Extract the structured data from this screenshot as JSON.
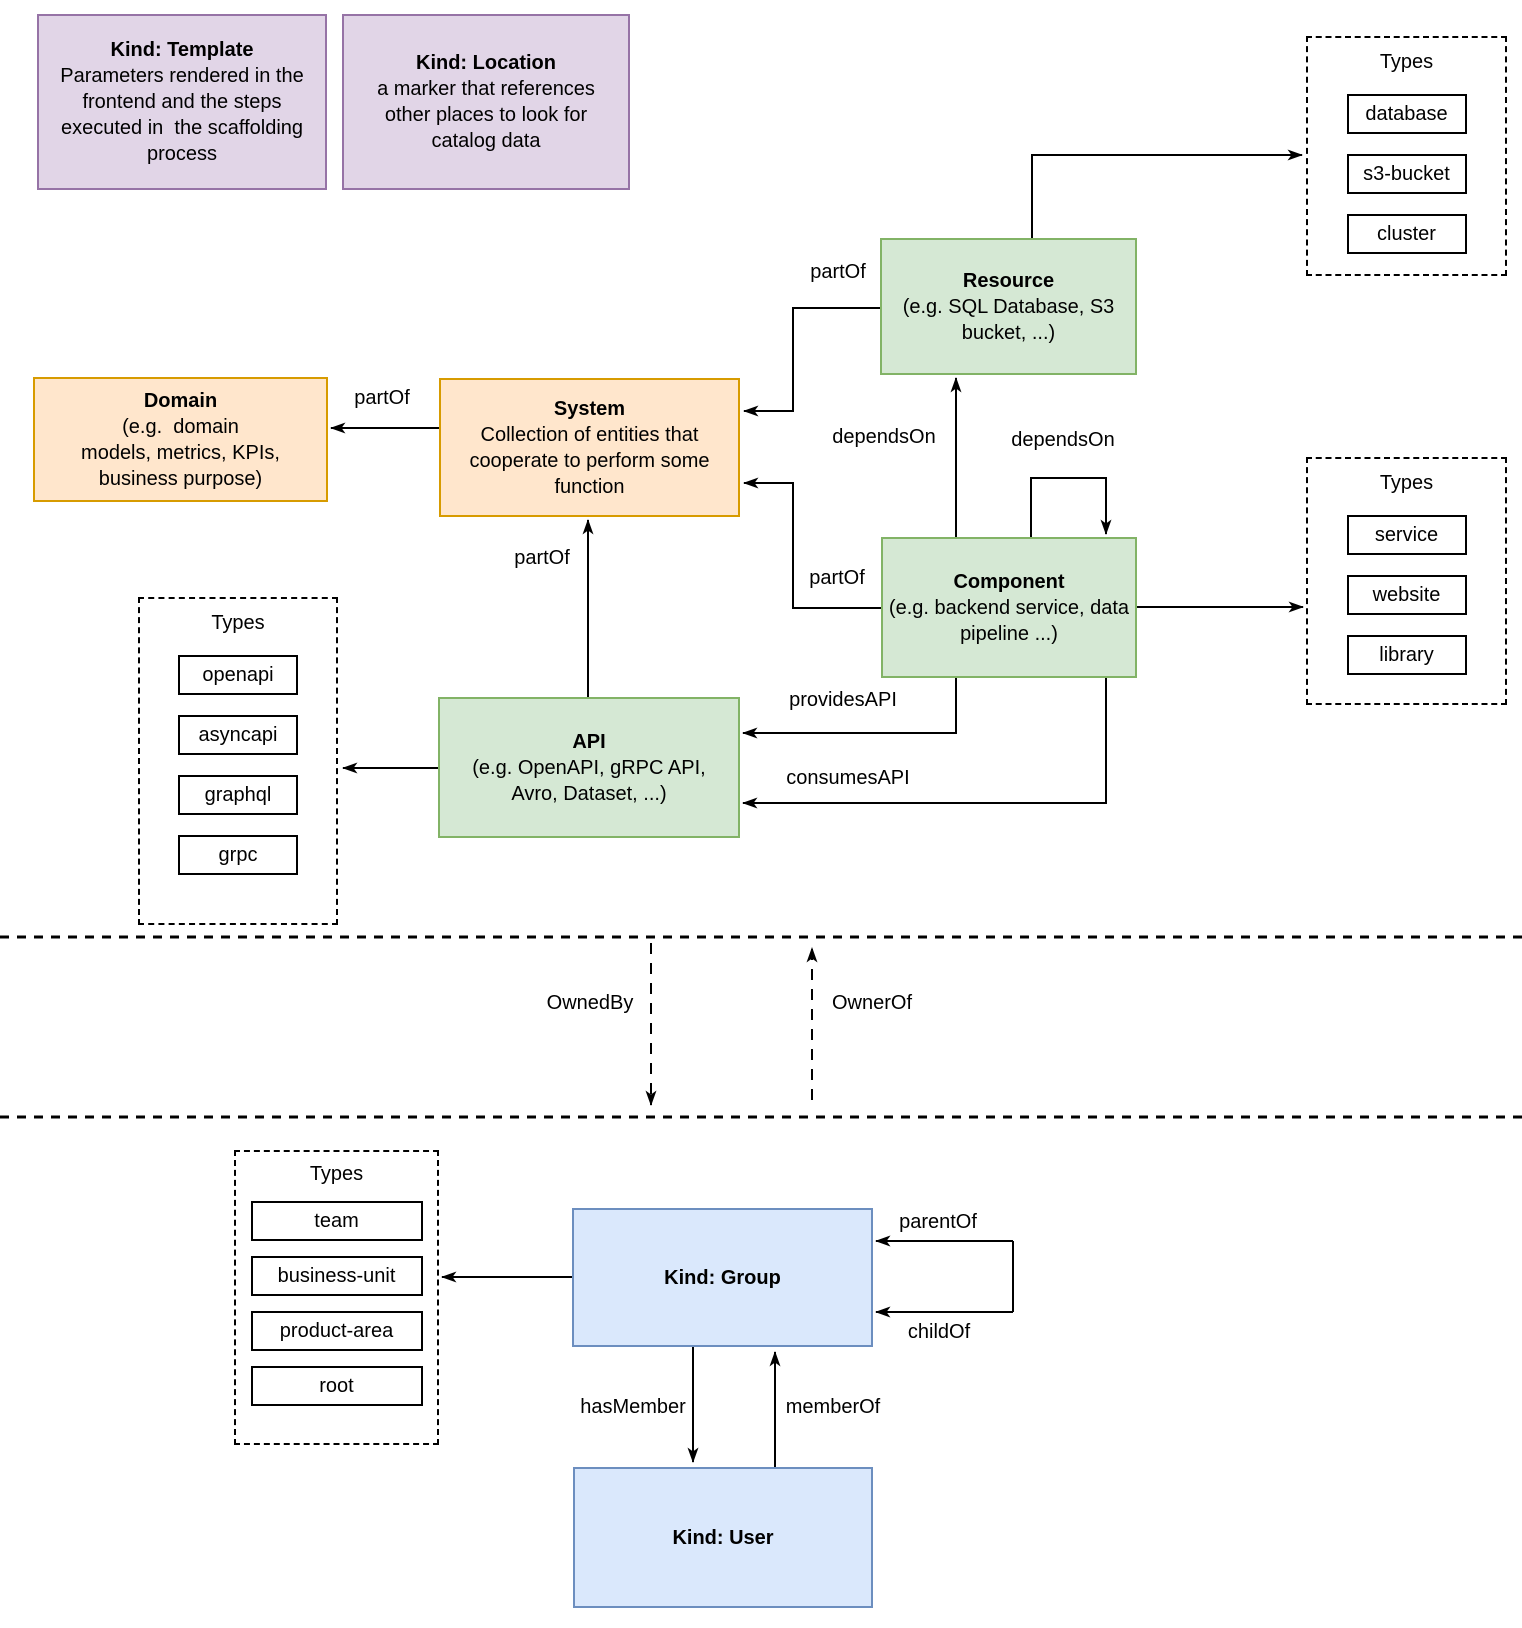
{
  "diagram": {
    "types_title": "Types",
    "kinds": {
      "template": {
        "title": "Kind: Template",
        "description": "Parameters rendered in the\nfrontend and the steps\nexecuted in  the scaffolding\nprocess"
      },
      "location": {
        "title": "Kind: Location",
        "description": "a marker that references\nother places to look for\ncatalog data"
      },
      "resource": {
        "title": "Resource",
        "description": "(e.g. SQL Database, S3\nbucket, ...)"
      },
      "domain": {
        "title": "Domain",
        "description": "(e.g.  domain\nmodels, metrics, KPIs,\nbusiness purpose)"
      },
      "system": {
        "title": "System",
        "description": "Collection of entities that\ncooperate to perform some\nfunction"
      },
      "component": {
        "title": "Component",
        "description": "(e.g. backend service, data\npipeline ...)"
      },
      "api": {
        "title": "API",
        "description": "(e.g. OpenAPI, gRPC API,\nAvro, Dataset, ...)"
      },
      "group": {
        "title": "Kind: Group"
      },
      "user": {
        "title": "Kind: User"
      }
    },
    "type_lists": {
      "resource": [
        "database",
        "s3-bucket",
        "cluster"
      ],
      "component": [
        "service",
        "website",
        "library"
      ],
      "api": [
        "openapi",
        "asyncapi",
        "graphql",
        "grpc"
      ],
      "group": [
        "team",
        "business-unit",
        "product-area",
        "root"
      ]
    },
    "relations": {
      "resource_part_of_system": "partOf",
      "system_part_of_domain": "partOf",
      "component_part_of_system": "partOf",
      "component_depends_on_resource": "dependsOn",
      "component_depends_on_component": "dependsOn",
      "component_provides_api": "providesAPI",
      "component_consumes_api": "consumesAPI",
      "api_part_of_system": "partOf",
      "owned_by": "OwnedBy",
      "owner_of": "OwnerOf",
      "parent_of": "parentOf",
      "child_of": "childOf",
      "has_member": "hasMember",
      "member_of": "memberOf"
    },
    "colors": {
      "purple_fill": "#E1D5E7",
      "purple_stroke": "#9673A6",
      "green_fill": "#D5E8D4",
      "green_stroke": "#82B366",
      "orange_fill": "#FFE6CC",
      "orange_stroke": "#D79B00",
      "blue_fill": "#DAE8FC",
      "blue_stroke": "#6C8EBF",
      "line": "#000000",
      "background": "#FFFFFF"
    }
  }
}
